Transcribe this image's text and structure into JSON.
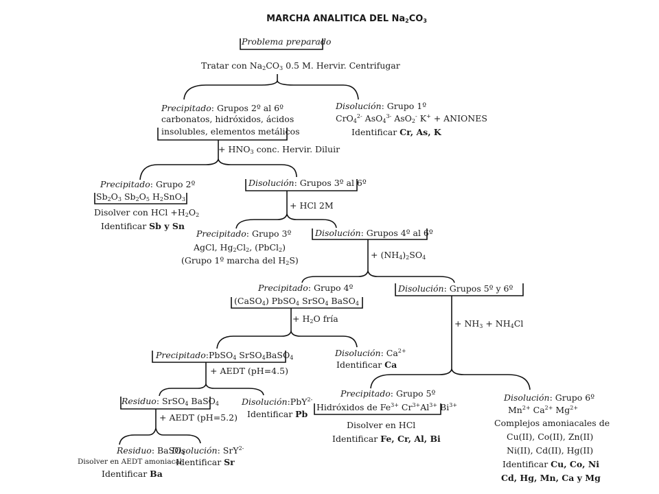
{
  "title": [
    [
      "Na",
      ""
    ],
    [
      "2",
      "sub"
    ],
    [
      "CO",
      ""
    ],
    [
      "3",
      "sub"
    ]
  ],
  "title_prefix": "MARCHA ANALITICA DEL ",
  "nodes": {
    "problema": [
      [
        "Problema preparado",
        "i"
      ]
    ],
    "tratar": [
      [
        "Tratar con Na",
        ""
      ],
      [
        "2",
        "sub"
      ],
      [
        "CO",
        ""
      ],
      [
        "3",
        "sub"
      ],
      [
        " 0.5 M. Hervir. Centrifugar",
        ""
      ]
    ],
    "prec1_l1": [
      [
        "Precipitado",
        "i"
      ],
      [
        ": Grupos 2º al 6º",
        ""
      ]
    ],
    "prec1_l2": [
      [
        "carbonatos, hidróxidos, ácidos",
        ""
      ]
    ],
    "prec1_l3": [
      [
        "insolubles, elementos metálicos",
        ""
      ]
    ],
    "dis1_l1": [
      [
        "Disolución",
        "i"
      ],
      [
        ": Grupo 1º",
        ""
      ]
    ],
    "dis1_l2": [
      [
        "CrO",
        ""
      ],
      [
        "4",
        "sub"
      ],
      [
        "2-",
        "sup"
      ],
      [
        " AsO",
        ""
      ],
      [
        "4",
        "sub"
      ],
      [
        "3-",
        "sup"
      ],
      [
        " AsO",
        ""
      ],
      [
        "2",
        "sub"
      ],
      [
        "-",
        "sup"
      ],
      [
        " K",
        ""
      ],
      [
        "+",
        "sup"
      ],
      [
        " + ANIONES",
        ""
      ]
    ],
    "dis1_l3": [
      [
        "Identificar ",
        ""
      ],
      [
        "Cr, As, K",
        "b"
      ]
    ],
    "hno3": [
      [
        "+ HNO",
        ""
      ],
      [
        "3",
        "sub"
      ],
      [
        " conc. Hervir. Diluir",
        ""
      ]
    ],
    "prec2_l1": [
      [
        "Precipitado",
        "i"
      ],
      [
        ": Grupo 2º",
        ""
      ]
    ],
    "prec2_l2": [
      [
        "Sb",
        ""
      ],
      [
        "2",
        "sub"
      ],
      [
        "O",
        ""
      ],
      [
        "3",
        "sub"
      ],
      [
        "  Sb",
        ""
      ],
      [
        "2",
        "sub"
      ],
      [
        "O",
        ""
      ],
      [
        "5",
        "sub"
      ],
      [
        "  H",
        ""
      ],
      [
        "2",
        "sub"
      ],
      [
        "SnO",
        ""
      ],
      [
        "3",
        "sub"
      ]
    ],
    "prec2_l3": [
      [
        "Disolver con HCl +H",
        ""
      ],
      [
        "2",
        "sub"
      ],
      [
        "O",
        ""
      ],
      [
        "2",
        "sub"
      ]
    ],
    "prec2_l4": [
      [
        "Identificar ",
        ""
      ],
      [
        "Sb y Sn",
        "b"
      ]
    ],
    "dis2": [
      [
        "Disolución",
        "i"
      ],
      [
        ": Grupos 3º al 6º",
        ""
      ]
    ],
    "hcl": [
      [
        "+ HCl 2M",
        ""
      ]
    ],
    "prec3_l1": [
      [
        "Precipitado",
        "i"
      ],
      [
        ": Grupo 3º",
        ""
      ]
    ],
    "prec3_l2": [
      [
        "AgCl, Hg",
        ""
      ],
      [
        "2",
        "sub"
      ],
      [
        "Cl",
        ""
      ],
      [
        "2",
        "sub"
      ],
      [
        ", (PbCl",
        ""
      ],
      [
        "2",
        "sub"
      ],
      [
        ")",
        ""
      ]
    ],
    "prec3_l3": [
      [
        "(Grupo 1º marcha del H",
        ""
      ],
      [
        "2",
        "sub"
      ],
      [
        "S)",
        ""
      ]
    ],
    "dis3": [
      [
        "Disolución",
        "i"
      ],
      [
        ": Grupos 4º al 6º",
        ""
      ]
    ],
    "nh4so4": [
      [
        "+ (NH",
        ""
      ],
      [
        "4",
        "sub"
      ],
      [
        ")",
        ""
      ],
      [
        "2",
        "sub"
      ],
      [
        "SO",
        ""
      ],
      [
        "4",
        "sub"
      ]
    ],
    "prec4_l1": [
      [
        "Precipitado",
        "i"
      ],
      [
        ": Grupo 4º",
        ""
      ]
    ],
    "prec4_l2": [
      [
        "(CaSO",
        ""
      ],
      [
        "4",
        "sub"
      ],
      [
        ")  PbSO",
        ""
      ],
      [
        "4",
        "sub"
      ],
      [
        "  SrSO",
        ""
      ],
      [
        "4",
        "sub"
      ],
      [
        "  BaSO",
        ""
      ],
      [
        "4",
        "sub"
      ]
    ],
    "dis4": [
      [
        "Disolución",
        "i"
      ],
      [
        ": Grupos 5º y 6º",
        ""
      ]
    ],
    "h2o": [
      [
        "+ H",
        ""
      ],
      [
        "2",
        "sub"
      ],
      [
        "O fría",
        ""
      ]
    ],
    "nh3": [
      [
        "+ NH",
        ""
      ],
      [
        "3",
        "sub"
      ],
      [
        " + NH",
        ""
      ],
      [
        "4",
        "sub"
      ],
      [
        "Cl",
        ""
      ]
    ],
    "prec5": [
      [
        "Precipitado",
        "i"
      ],
      [
        ":PbSO",
        ""
      ],
      [
        "4",
        "sub"
      ],
      [
        "  SrSO",
        ""
      ],
      [
        "4",
        "sub"
      ],
      [
        "BaSO",
        ""
      ],
      [
        "4",
        "sub"
      ]
    ],
    "dis5_l1": [
      [
        "Disolución",
        "i"
      ],
      [
        ": Ca",
        ""
      ],
      [
        "2+",
        "sup"
      ]
    ],
    "dis5_l2": [
      [
        "Identificar ",
        ""
      ],
      [
        "Ca",
        "b"
      ]
    ],
    "aedt1": [
      [
        "+ AEDT (pH=4.5)",
        ""
      ]
    ],
    "res1": [
      [
        "Residuo",
        "i"
      ],
      [
        ": SrSO",
        ""
      ],
      [
        "4",
        "sub"
      ],
      [
        " BaSO",
        ""
      ],
      [
        "4",
        "sub"
      ]
    ],
    "dis6_l1": [
      [
        "Disolución",
        "i"
      ],
      [
        ":PbY",
        ""
      ],
      [
        "2-",
        "sup"
      ]
    ],
    "dis6_l2": [
      [
        "Identificar ",
        ""
      ],
      [
        "Pb",
        "b"
      ]
    ],
    "aedt2": [
      [
        "+ AEDT (pH=5.2)",
        ""
      ]
    ],
    "res2_l1": [
      [
        "Residuo",
        "i"
      ],
      [
        ": BaSO",
        ""
      ],
      [
        "4",
        "sub"
      ]
    ],
    "res2_l2": [
      [
        "Disolver en AEDT amoniacal",
        ""
      ]
    ],
    "res2_l3": [
      [
        "Identificar ",
        ""
      ],
      [
        "Ba",
        "b"
      ]
    ],
    "dis7_l1": [
      [
        "Disolución",
        "i"
      ],
      [
        ": SrY",
        ""
      ],
      [
        "2-",
        "sup"
      ]
    ],
    "dis7_l2": [
      [
        "Identificar ",
        ""
      ],
      [
        "Sr",
        "b"
      ]
    ],
    "prec6_l1": [
      [
        "Precipitado",
        "i"
      ],
      [
        ": Grupo 5º",
        ""
      ]
    ],
    "prec6_l2": [
      [
        "Hidróxidos de Fe",
        ""
      ],
      [
        "3+",
        "sup"
      ],
      [
        " Cr",
        ""
      ],
      [
        "3+",
        "sup"
      ],
      [
        "Al",
        ""
      ],
      [
        "3+",
        "sup"
      ],
      [
        " Bi",
        ""
      ],
      [
        "3+",
        "sup"
      ]
    ],
    "prec6_l3": [
      [
        "Disolver en HCl",
        ""
      ]
    ],
    "prec6_l4": [
      [
        "Identificar ",
        ""
      ],
      [
        "Fe, Cr, Al, Bi",
        "b"
      ]
    ],
    "dis8_l1": [
      [
        "Disolución",
        "i"
      ],
      [
        ": Grupo 6º",
        ""
      ]
    ],
    "dis8_l2": [
      [
        "Mn",
        ""
      ],
      [
        "2+",
        "sup"
      ],
      [
        "  Ca",
        ""
      ],
      [
        "2+",
        "sup"
      ],
      [
        "  Mg",
        ""
      ],
      [
        "2+",
        "sup"
      ]
    ],
    "dis8_l3": [
      [
        "Complejos amoniacales de",
        ""
      ]
    ],
    "dis8_l4": [
      [
        "Cu(II), Co(II), Zn(II)",
        ""
      ]
    ],
    "dis8_l5": [
      [
        "Ni(II), Cd(II), Hg(II)",
        ""
      ]
    ],
    "dis8_l6": [
      [
        "Identificar ",
        ""
      ],
      [
        "Cu, Co, Ni",
        "b"
      ]
    ],
    "dis8_l7": [
      [
        "Cd, Hg, Mn, Ca y Mg",
        "b"
      ]
    ]
  }
}
